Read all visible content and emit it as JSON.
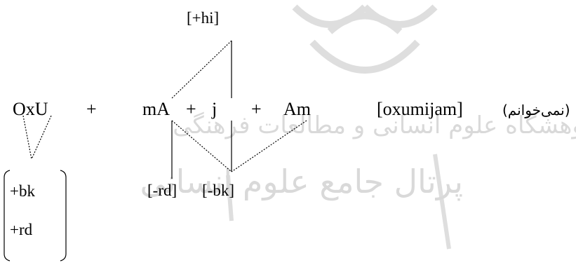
{
  "morphemes": {
    "oxu": "OxU",
    "ma": "mA",
    "j": "j",
    "am": "Am"
  },
  "plus": "+",
  "transcription": "[oxumijam]",
  "gloss": "(نمی‌خوانم)",
  "features": {
    "hi": "[+hi]",
    "rd_neg": "[-rd]",
    "bk_neg": "[-bk]",
    "bk_pos": "+bk",
    "rd_pos": "+rd"
  },
  "watermark_text": "پرتال جامع علوم انسانی",
  "watermark_text2": "پژوهشگاه علوم انسانی و مطالعات فرهنگی",
  "colors": {
    "ink": "#000000",
    "watermark": "#d9d9d9"
  }
}
